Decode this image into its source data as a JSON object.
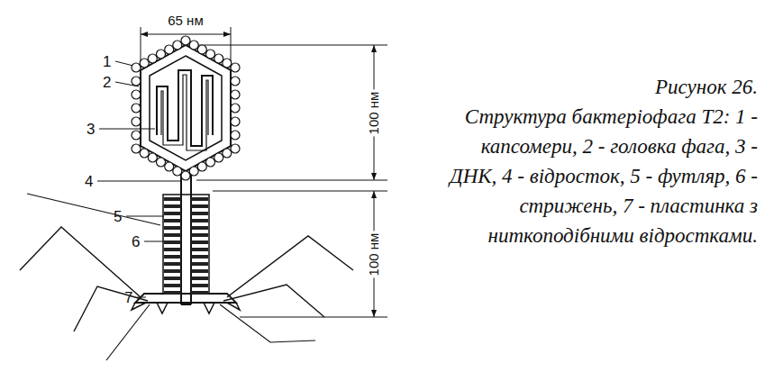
{
  "diagram": {
    "title": "Рисунок 26.",
    "caption": "Структура бактеріофага Т2: 1 - капсомери, 2 - головка фага, 3 - ДНК, 4 - відросток, 5 - футляр, 6 - стрижень, 7 - пластинка з ниткоподібними відростками.",
    "labels": [
      "65 нм",
      "1",
      "2",
      "3",
      "100 нм",
      "4",
      "5",
      "6",
      "100 нм",
      "7"
    ]
  }
}
